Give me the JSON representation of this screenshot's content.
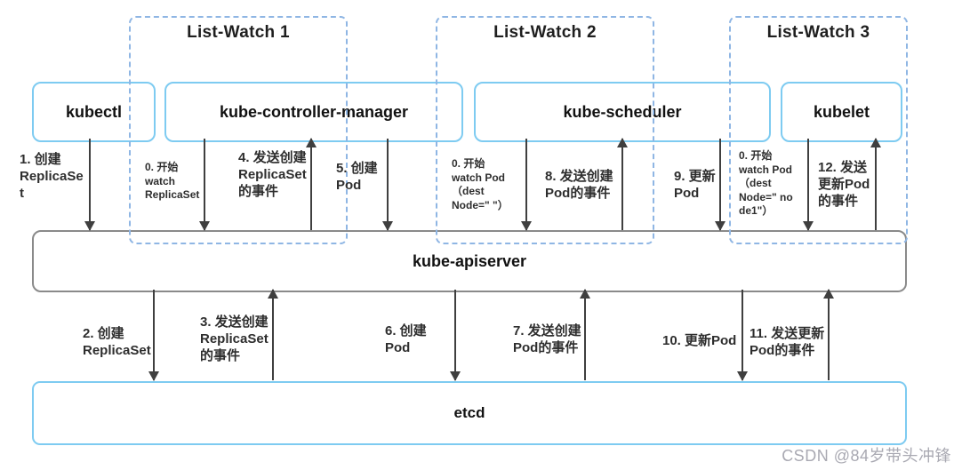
{
  "groups": [
    {
      "title": "List-Watch 1"
    },
    {
      "title": "List-Watch 2"
    },
    {
      "title": "List-Watch 3"
    }
  ],
  "nodes": {
    "kubectl": "kubectl",
    "controller_manager": "kube-controller-manager",
    "scheduler": "kube-scheduler",
    "kubelet": "kubelet",
    "apiserver": "kube-apiserver",
    "etcd": "etcd"
  },
  "top_labels": {
    "t1": "1. 创建\nReplicaSe\nt",
    "t2": "0. 开始\nwatch\nReplicaSet",
    "t3": "4. 发送创建\nReplicaSet\n的事件",
    "t4": "5. 创建\nPod",
    "t5": "0. 开始\nwatch Pod\n（dest\nNode=\" \"）",
    "t6": "8. 发送创建\nPod的事件",
    "t7": "9. 更新\nPod",
    "t8": "0. 开始\nwatch Pod\n（dest\nNode=\" no\nde1\"）",
    "t9": "12. 发送\n更新Pod\n的事件"
  },
  "bottom_labels": {
    "b1": "2. 创建\nReplicaSet",
    "b2": "3. 发送创建\nReplicaSet\n的事件",
    "b3": "6. 创建\nPod",
    "b4": "7. 发送创建\nPod的事件",
    "b5": "10. 更新Pod",
    "b6": "11. 发送更新\nPod的事件"
  },
  "watermark": "CSDN @84岁带头冲锋",
  "colors": {
    "node_border": "#7ecbf1",
    "group_border": "#8fb6e4",
    "apiserver_border": "#8a8a8a",
    "arrow": "#3f3f3f",
    "text": "#2e2e2e",
    "watermark": "#a9a9b2"
  }
}
